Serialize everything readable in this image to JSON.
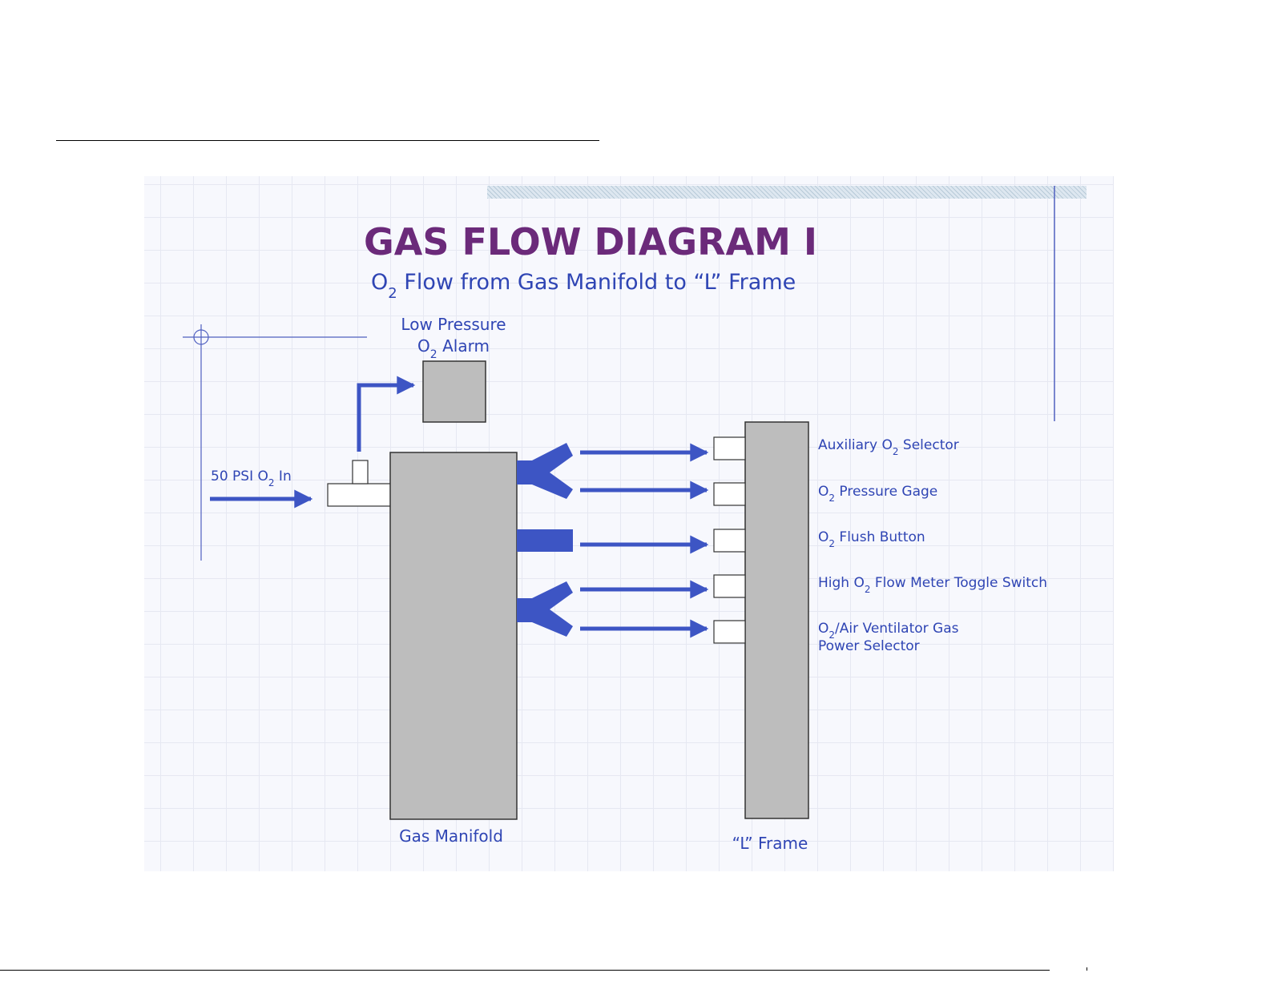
{
  "title": "GAS FLOW DIAGRAM I",
  "subtitle": {
    "pre": "O",
    "sub": "2",
    "post": " Flow from Gas Manifold to “L” Frame"
  },
  "inlet_label": {
    "pre": "50 PSI O",
    "sub": "2",
    "post": " In"
  },
  "alarm_label": {
    "line1": "Low Pressure",
    "line2_pre": "O",
    "line2_sub": "2",
    "line2_post": " Alarm"
  },
  "manifold_label": "Gas Manifold",
  "lframe_label": "“L” Frame",
  "outlets": [
    {
      "pre": "Auxiliary O",
      "sub": "2",
      "post": " Selector"
    },
    {
      "pre": "O",
      "sub": "2",
      "post": " Pressure Gage"
    },
    {
      "pre": "O",
      "sub": "2",
      "post": " Flush Button"
    },
    {
      "pre": "High O",
      "sub": "2",
      "post": " Flow Meter Toggle Switch"
    },
    {
      "pre": "O",
      "sub": "2",
      "post": "/Air Ventilator Gas",
      "line2": "Power Selector"
    }
  ],
  "colors": {
    "flow": "#3d55c4",
    "text": "#2f45b4",
    "title": "#6b2a7a",
    "box_fill": "#bdbdbd",
    "box_stroke": "#333333",
    "guide": "#5060c0"
  }
}
